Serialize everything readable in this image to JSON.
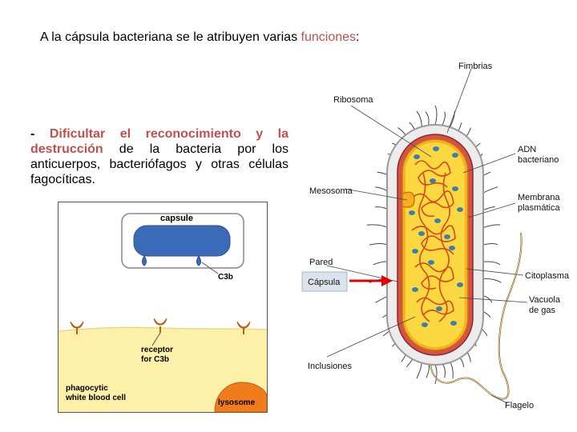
{
  "title": {
    "prefix": "A la cápsula bacteriana se le atribuyen varias ",
    "highlight": "funciones",
    "suffix": ":"
  },
  "paragraph": {
    "dash": "- ",
    "highlight1": "Dificultar el reconocimiento y la",
    "highlight2": "destrucción",
    "rest": " de la bacteria por los anticuerpos, bacteriófagos y otras células fagocíticas."
  },
  "phago_diagram": {
    "capsule_label": "capsule",
    "c3b_label": "C3b",
    "receptor_label": "receptor\nfor C3b",
    "cell_label": "phagocytic\nwhite blood cell",
    "lysosome_label": "lysosome"
  },
  "bacterium_diagram": {
    "labels": {
      "fimbrias": "Fimbrias",
      "ribosoma": "Ribosoma",
      "adn": "ADN\nbacteriano",
      "mesosoma": "Mesosoma",
      "membrana": "Membrana\nplasmática",
      "pared": "Pared",
      "capsula": "Cápsula",
      "citoplasma": "Citoplasma",
      "vacuola": "Vacuola\nde gas",
      "inclusiones": "Inclusiones",
      "flagelo": "Flagelo"
    },
    "arrow_color": "#e00000",
    "capsula_box_color": "#dde3ec"
  }
}
